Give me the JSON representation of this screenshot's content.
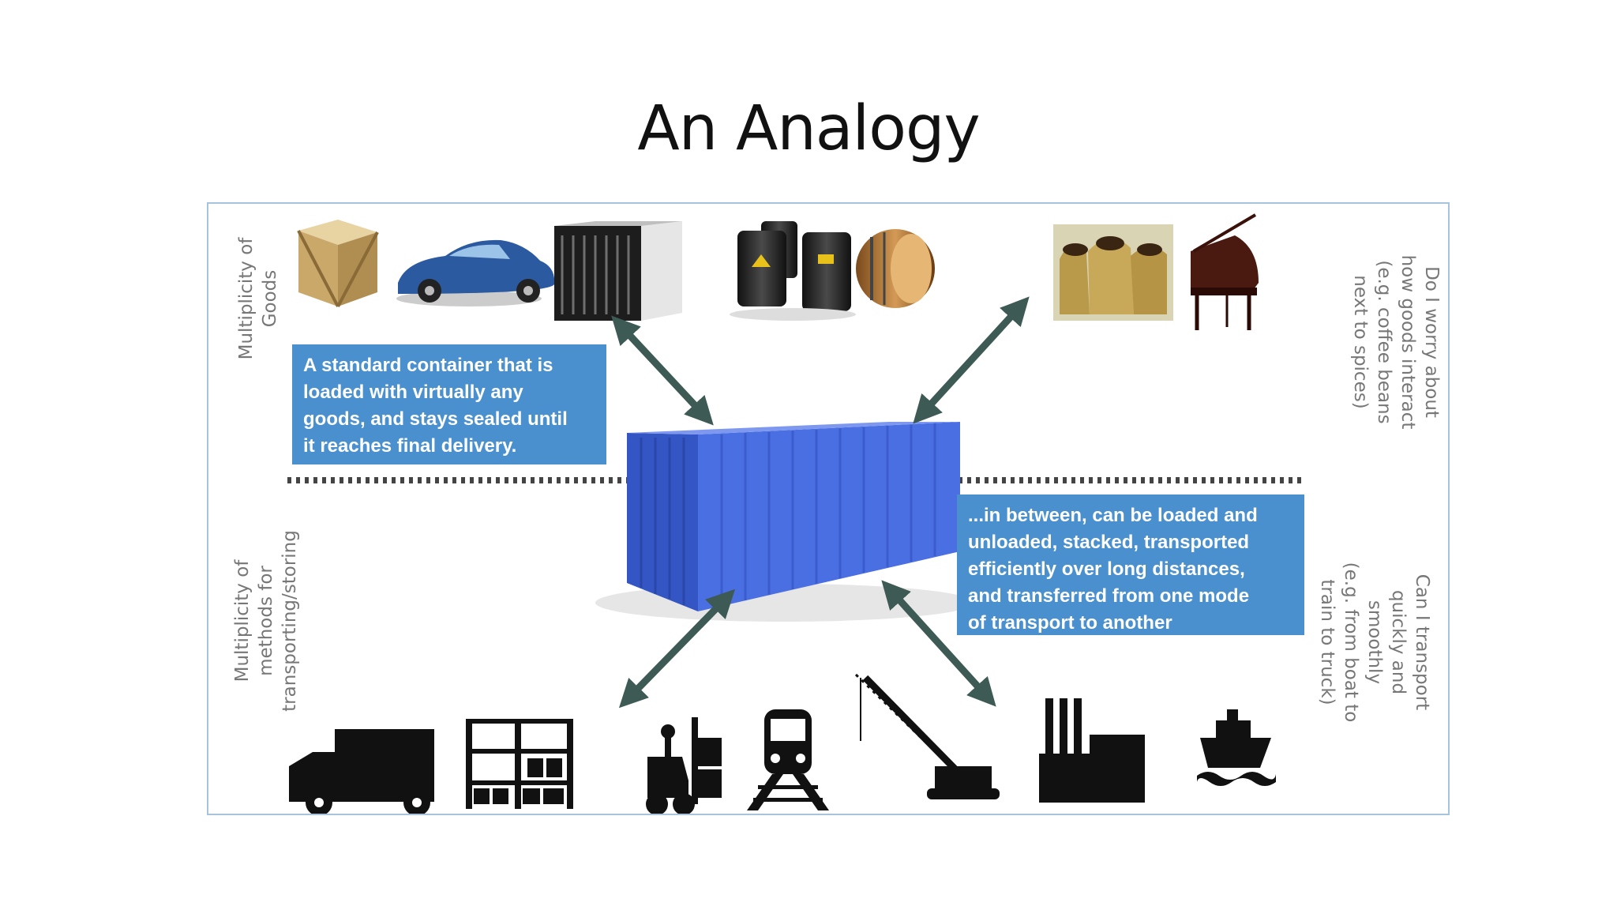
{
  "slide": {
    "title": "An Analogy"
  },
  "diagram": {
    "callouts": {
      "top": "A standard container that is\nloaded with virtually any\ngoods, and stays sealed until\nit reaches final delivery.",
      "bottom": "...in between, can be loaded and\nunloaded, stacked, transported\nefficiently over long distances,\nand transferred from one mode\nof transport to another"
    },
    "side_labels": {
      "left_top": "Multiplicity of Goods",
      "left_bottom": "Multiplicity of\nmethods for\ntransporting/storing",
      "right_top": "Do I worry about\nhow goods interact\n(e.g. coffee beans\nnext to spices)",
      "right_bottom": "Can I transport\nquickly and smoothly\n(e.g. from boat to\ntrain to truck)"
    },
    "goods_icons": [
      "crate-icon",
      "car-icon",
      "server-rack-icon",
      "oil-drums-icon",
      "barrel-icon",
      "coffee-sacks-icon",
      "piano-icon"
    ],
    "transport_icons": [
      "truck-icon",
      "warehouse-rack-icon",
      "forklift-icon",
      "train-icon",
      "crane-icon",
      "factory-icon",
      "ship-icon"
    ],
    "colors": {
      "callout": "#4a90cf",
      "container": "#3f63d8",
      "arrow": "#3d5a55",
      "frame_border": "#a7c4df",
      "label_gray": "#777777"
    }
  }
}
